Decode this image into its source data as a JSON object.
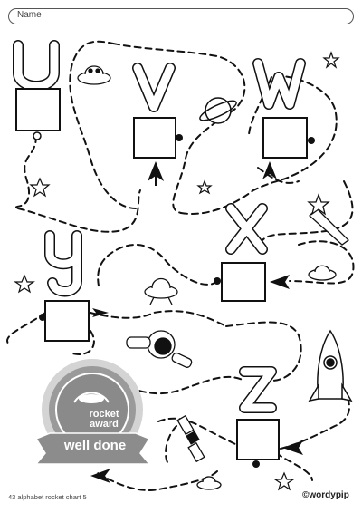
{
  "worksheet": {
    "name_label": "Name",
    "footer": "43 alphabet rocket chart 5",
    "brand": "©wordypip"
  },
  "letters": [
    "U",
    "V",
    "W",
    "X",
    "Y",
    "Z"
  ],
  "badge": {
    "line1": "rocket",
    "line2": "award",
    "ribbon": "well done"
  },
  "colors": {
    "ink": "#111111",
    "badge_grey": "#9a9a9a",
    "badge_dark": "#7a7a7a",
    "ribbon": "#8c8c8c"
  },
  "icons": [
    "ufo-icon",
    "planet-icon",
    "star-icon",
    "comet-icon",
    "astronaut-icon",
    "rocket-icon",
    "satellite-icon"
  ]
}
